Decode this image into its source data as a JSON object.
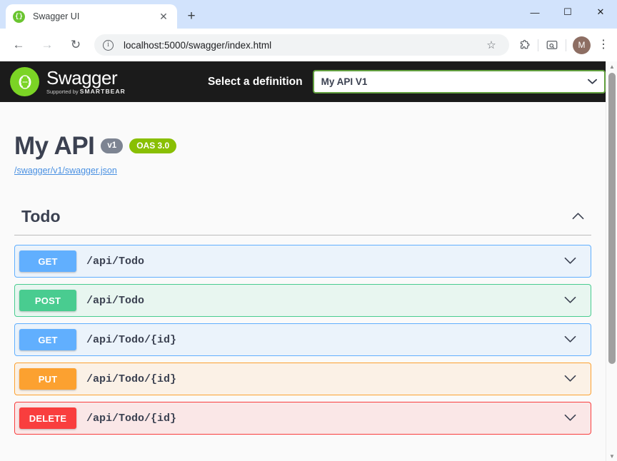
{
  "browser": {
    "tab": {
      "title": "Swagger UI",
      "favicon_icon": "swagger-favicon",
      "close_icon": "✕"
    },
    "new_tab_icon": "+",
    "window_controls": {
      "minimize": "—",
      "maximize": "☐",
      "close": "✕"
    },
    "toolbar": {
      "back_icon": "←",
      "forward_icon": "→",
      "reload_icon": "↻",
      "info_icon": "i",
      "url": "localhost:5000/swagger/index.html",
      "star_icon": "☆",
      "extensions_icon": "puzzle-piece-icon",
      "cast_icon": "search-tab-icon",
      "avatar_initial": "M",
      "menu_icon": "⋮"
    }
  },
  "swagger": {
    "topbar": {
      "logo_name": "Swagger",
      "logo_sub_prefix": "Supported by",
      "logo_sub_brand": "SMARTBEAR",
      "logo_glyph": "{···}",
      "select_label": "Select a definition",
      "selected_definition": "My API V1",
      "chevron_icon": "⌄"
    },
    "info": {
      "title": "My API",
      "version_badge": "v1",
      "oas_badge": "OAS 3.0",
      "spec_link": "/swagger/v1/swagger.json"
    },
    "tags": [
      {
        "name": "Todo",
        "expanded": true,
        "collapse_icon": "∧",
        "operations": [
          {
            "method": "GET",
            "method_class": "get",
            "path": "/api/Todo",
            "expand_icon": "⌄"
          },
          {
            "method": "POST",
            "method_class": "post",
            "path": "/api/Todo",
            "expand_icon": "⌄"
          },
          {
            "method": "GET",
            "method_class": "get",
            "path": "/api/Todo/{id}",
            "expand_icon": "⌄"
          },
          {
            "method": "PUT",
            "method_class": "put",
            "path": "/api/Todo/{id}",
            "expand_icon": "⌄"
          },
          {
            "method": "DELETE",
            "method_class": "delete",
            "path": "/api/Todo/{id}",
            "expand_icon": "⌄"
          }
        ]
      }
    ]
  },
  "scrollbar": {
    "up_icon": "▲",
    "down_icon": "▼"
  },
  "colors": {
    "get": "#61affe",
    "post": "#49cc90",
    "put": "#fca130",
    "delete": "#f93e3e",
    "oas_badge": "#89bf04",
    "version_badge": "#7d8492",
    "topbar_bg": "#1b1b1b",
    "link": "#4990e2"
  }
}
